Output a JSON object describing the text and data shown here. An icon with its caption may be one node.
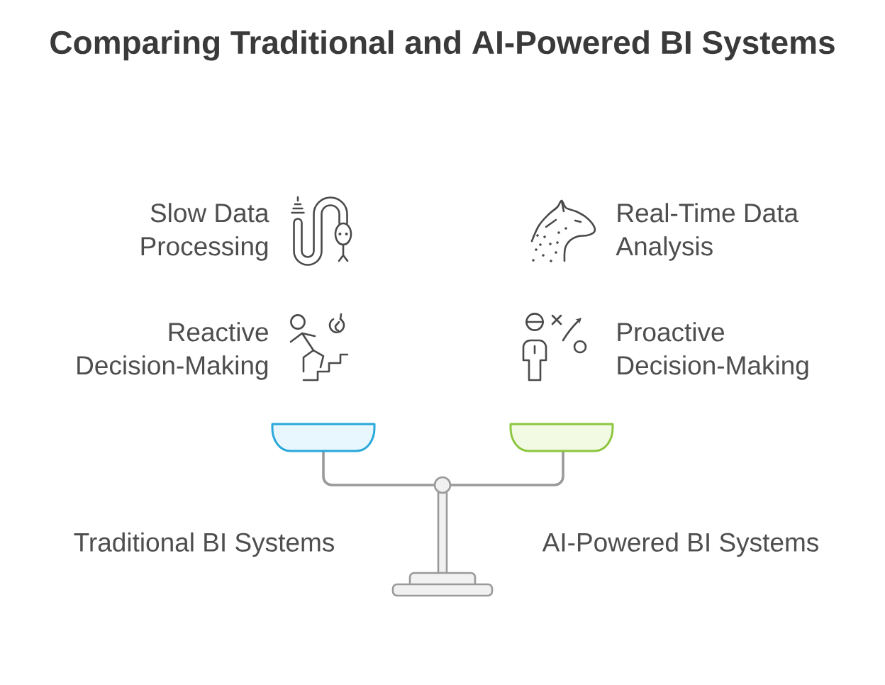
{
  "diagram": {
    "title": "Comparing Traditional and AI-Powered BI Systems",
    "labels": [
      "Slow Data Processing",
      "Real-Time Data Analysis",
      "Reactive Decision-Making",
      "Proactive Decision-Making",
      "Traditional BI Systems",
      "AI-Powered BI Systems"
    ]
  }
}
